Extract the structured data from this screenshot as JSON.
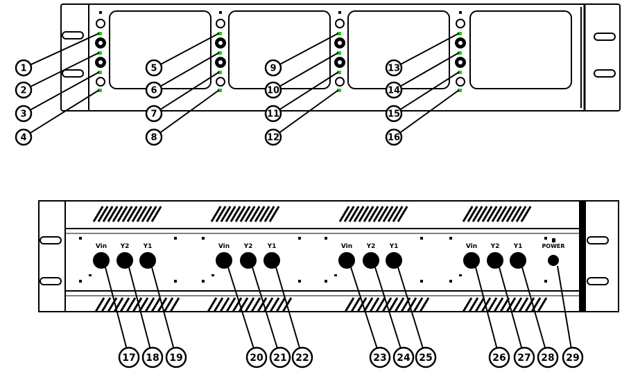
{
  "colors": {
    "line": "#000000",
    "background": "#ffffff",
    "led": "#22cc22"
  },
  "front_panel": {
    "callouts": [
      "1",
      "2",
      "3",
      "4",
      "5",
      "6",
      "7",
      "8",
      "9",
      "10",
      "11",
      "12",
      "13",
      "14",
      "15",
      "16"
    ]
  },
  "rear_panel": {
    "channel_labels": [
      [
        "Vin",
        "Y2",
        "Y1"
      ],
      [
        "Vin",
        "Y2",
        "Y1"
      ],
      [
        "Vin",
        "Y2",
        "Y1"
      ],
      [
        "Vin",
        "Y2",
        "Y1"
      ]
    ],
    "power_label": "POWER",
    "callouts": [
      "17",
      "18",
      "19",
      "20",
      "21",
      "22",
      "23",
      "24",
      "25",
      "26",
      "27",
      "28",
      "29"
    ]
  }
}
